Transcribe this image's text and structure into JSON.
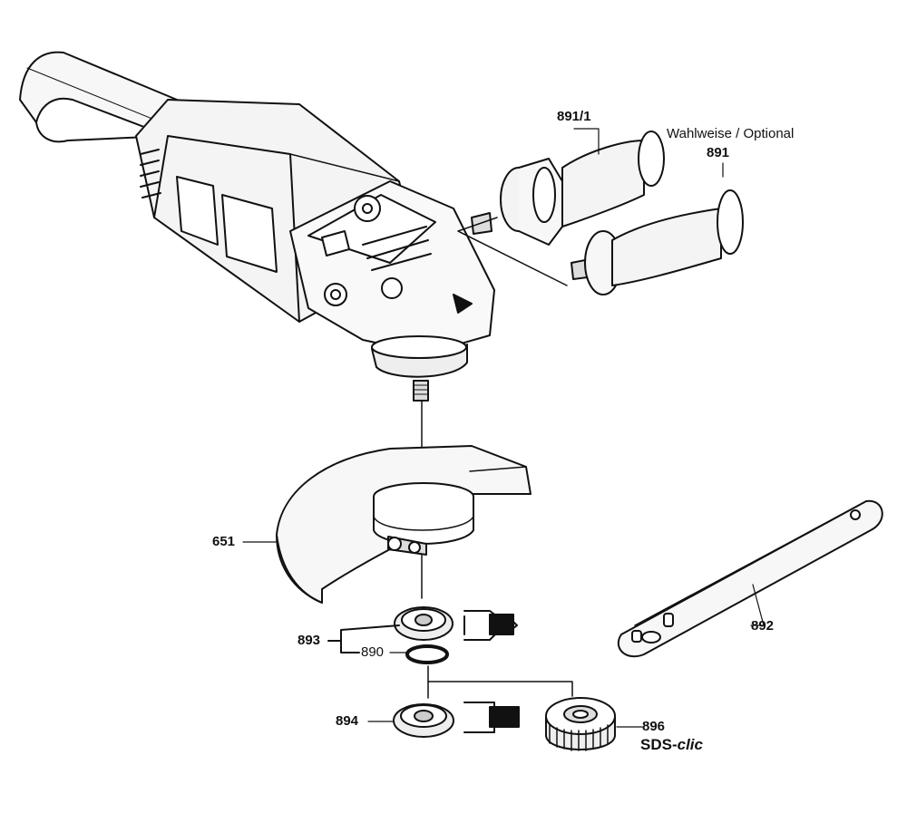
{
  "labels": {
    "p8911": "891/1",
    "optional": "Wahlweise / Optional",
    "p891": "891",
    "p651": "651",
    "p892": "892",
    "p893": "893",
    "p890": "890",
    "p894": "894",
    "p896": "896",
    "sds_prefix": "SDS-",
    "sds_suffix": "clic"
  }
}
